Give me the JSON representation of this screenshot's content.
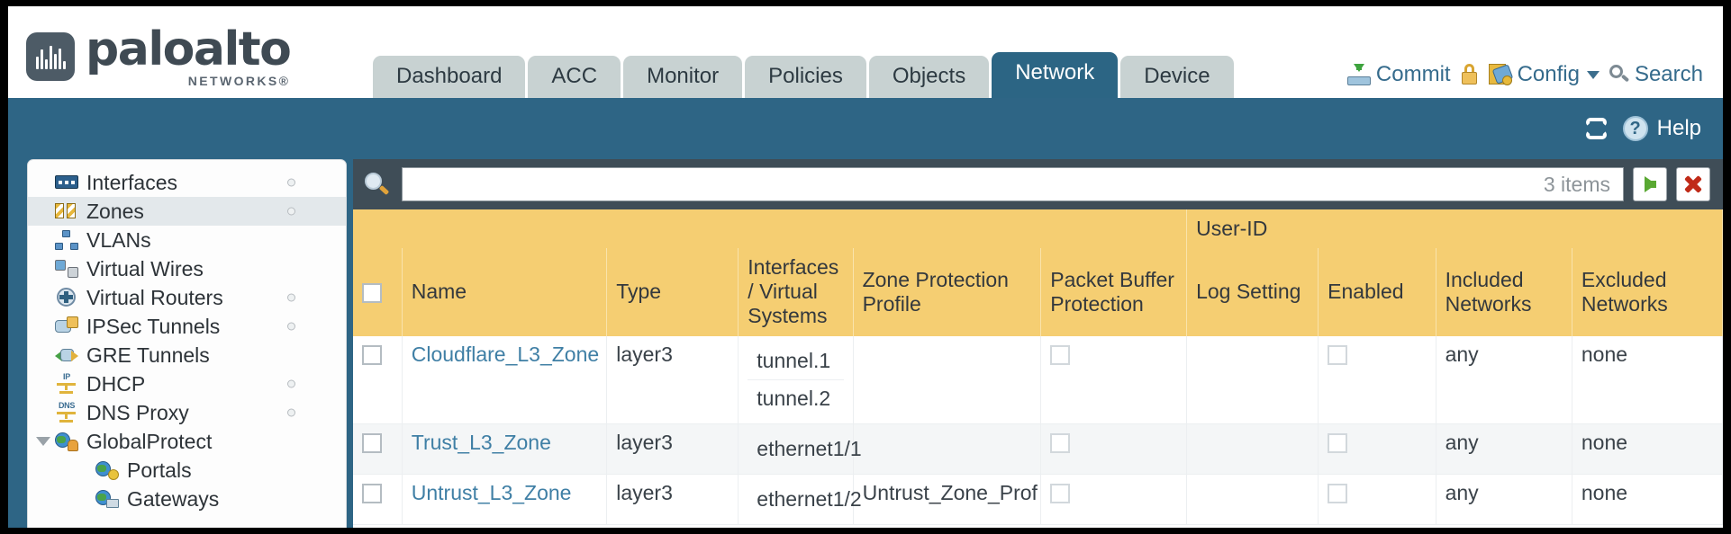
{
  "brand": {
    "name": "paloalto",
    "tagline": "NETWORKS",
    "registered": "®"
  },
  "nav": {
    "tabs": [
      {
        "label": "Dashboard",
        "active": false
      },
      {
        "label": "ACC",
        "active": false
      },
      {
        "label": "Monitor",
        "active": false
      },
      {
        "label": "Policies",
        "active": false
      },
      {
        "label": "Objects",
        "active": false
      },
      {
        "label": "Network",
        "active": true
      },
      {
        "label": "Device",
        "active": false
      }
    ]
  },
  "toolbar": {
    "commit_label": "Commit",
    "config_label": "Config",
    "search_label": "Search",
    "commit_icon": "commit-icon",
    "lock_icon": "unlock-icon",
    "config_icon": "config-icon",
    "caret_icon": "chevron-down-icon",
    "search_icon": "search-icon"
  },
  "utilitybar": {
    "refresh_icon": "refresh-icon",
    "help_icon": "help-icon",
    "help_label": "Help"
  },
  "sidebar": {
    "items": [
      {
        "label": "Interfaces",
        "icon": "interfaces-icon",
        "selected": false,
        "dot": true,
        "child": false,
        "caret": false
      },
      {
        "label": "Zones",
        "icon": "zones-icon",
        "selected": true,
        "dot": true,
        "child": false,
        "caret": false
      },
      {
        "label": "VLANs",
        "icon": "vlans-icon",
        "selected": false,
        "dot": false,
        "child": false,
        "caret": false
      },
      {
        "label": "Virtual Wires",
        "icon": "virtual-wires-icon",
        "selected": false,
        "dot": false,
        "child": false,
        "caret": false
      },
      {
        "label": "Virtual Routers",
        "icon": "virtual-routers-icon",
        "selected": false,
        "dot": true,
        "child": false,
        "caret": false
      },
      {
        "label": "IPSec Tunnels",
        "icon": "ipsec-tunnels-icon",
        "selected": false,
        "dot": true,
        "child": false,
        "caret": false
      },
      {
        "label": "GRE Tunnels",
        "icon": "gre-tunnels-icon",
        "selected": false,
        "dot": false,
        "child": false,
        "caret": false
      },
      {
        "label": "DHCP",
        "icon": "dhcp-icon",
        "selected": false,
        "dot": true,
        "child": false,
        "caret": false
      },
      {
        "label": "DNS Proxy",
        "icon": "dns-proxy-icon",
        "selected": false,
        "dot": true,
        "child": false,
        "caret": false
      },
      {
        "label": "GlobalProtect",
        "icon": "globalprotect-icon",
        "selected": false,
        "dot": false,
        "child": false,
        "caret": true
      },
      {
        "label": "Portals",
        "icon": "portals-icon",
        "selected": false,
        "dot": false,
        "child": true,
        "caret": false
      },
      {
        "label": "Gateways",
        "icon": "gateways-icon",
        "selected": false,
        "dot": false,
        "child": true,
        "caret": false
      }
    ]
  },
  "search": {
    "value": "",
    "item_count": "3 items",
    "search_icon": "search-icon",
    "apply_icon": "apply-filter-icon",
    "clear_icon": "clear-filter-icon"
  },
  "table": {
    "group_header": "User-ID",
    "columns": [
      "Name",
      "Type",
      "Interfaces / Virtual Systems",
      "Zone Protection Profile",
      "Packet Buffer Protection",
      "Log Setting",
      "Enabled",
      "Included Networks",
      "Excluded Networks"
    ],
    "rows": [
      {
        "name": "Cloudflare_L3_Zone",
        "type": "layer3",
        "interfaces": [
          "tunnel.1",
          "tunnel.2"
        ],
        "zone_protection_profile": "",
        "packet_buffer_protection": false,
        "log_setting": "",
        "userid_enabled": false,
        "included_networks": "any",
        "excluded_networks": "none"
      },
      {
        "name": "Trust_L3_Zone",
        "type": "layer3",
        "interfaces": [
          "ethernet1/1"
        ],
        "zone_protection_profile": "",
        "packet_buffer_protection": false,
        "log_setting": "",
        "userid_enabled": false,
        "included_networks": "any",
        "excluded_networks": "none"
      },
      {
        "name": "Untrust_L3_Zone",
        "type": "layer3",
        "interfaces": [
          "ethernet1/2"
        ],
        "zone_protection_profile": "Untrust_Zone_Prof",
        "packet_buffer_protection": false,
        "log_setting": "",
        "userid_enabled": false,
        "included_networks": "any",
        "excluded_networks": "none"
      }
    ]
  },
  "colors": {
    "brand_blue": "#2e6585",
    "tab_active": "#2c6584",
    "tab_inactive": "#c8d2d2",
    "table_header": "#f5ce72",
    "group_header": "#e2b74d",
    "link": "#3f7fa5",
    "panel_dark": "#3f4d57"
  }
}
